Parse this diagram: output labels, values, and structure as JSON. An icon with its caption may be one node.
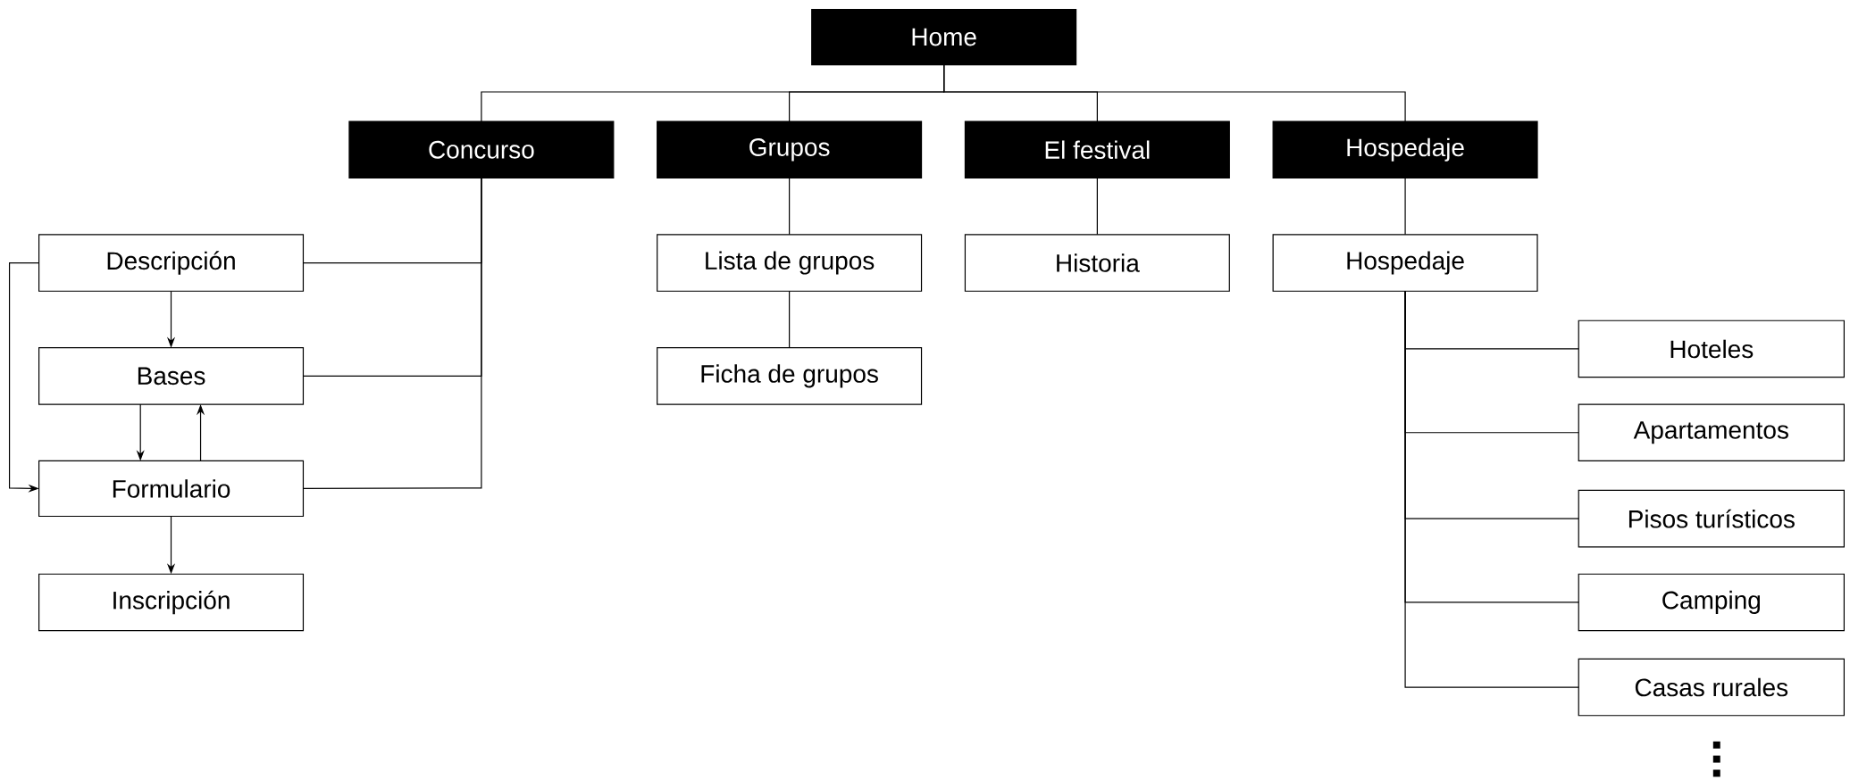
{
  "diagram": {
    "nodes": [
      {
        "text": [
          "Home"
        ]
      },
      {
        "text": [
          "Concurso"
        ]
      },
      {
        "text": [
          "Grupos"
        ]
      },
      {
        "text": [
          "El festival"
        ]
      },
      {
        "text": [
          "Hospedaje"
        ]
      },
      {
        "text": [
          "Descripción"
        ]
      },
      {
        "text": [
          "Bases"
        ]
      },
      {
        "text": [
          "Formulario"
        ]
      },
      {
        "text": [
          "Inscripción"
        ]
      },
      {
        "text": [
          "Lista de grupos"
        ]
      },
      {
        "text": [
          "Ficha de grupos"
        ]
      },
      {
        "text": [
          "Historia"
        ]
      },
      {
        "text": [
          "Hospedaje"
        ]
      },
      {
        "text": [
          "Hoteles"
        ]
      },
      {
        "text": [
          "Apartamentos"
        ]
      },
      {
        "text": [
          "Pisos turísticos"
        ]
      },
      {
        "text": [
          "Camping"
        ]
      },
      {
        "text": [
          "Casas rurales"
        ]
      }
    ],
    "edges": [
      {
        "from": 0,
        "to": 1,
        "arrow": "none"
      },
      {
        "from": 0,
        "to": 2,
        "arrow": "none"
      },
      {
        "from": 0,
        "to": 3,
        "arrow": "none"
      },
      {
        "from": 0,
        "to": 4,
        "arrow": "none"
      },
      {
        "from": 1,
        "to": 5,
        "arrow": "none"
      },
      {
        "from": 1,
        "to": 6,
        "arrow": "none"
      },
      {
        "from": 1,
        "to": 7,
        "arrow": "none"
      },
      {
        "from": 5,
        "to": 6,
        "arrow": "to"
      },
      {
        "from": 6,
        "to": 7,
        "arrow": "to"
      },
      {
        "from": 7,
        "to": 6,
        "arrow": "to"
      },
      {
        "from": 5,
        "to": 7,
        "arrow": "to"
      },
      {
        "from": 7,
        "to": 8,
        "arrow": "to"
      },
      {
        "from": 2,
        "to": 9,
        "arrow": "none"
      },
      {
        "from": 9,
        "to": 10,
        "arrow": "none"
      },
      {
        "from": 3,
        "to": 11,
        "arrow": "none"
      },
      {
        "from": 4,
        "to": 12,
        "arrow": "none"
      },
      {
        "from": 12,
        "to": 13,
        "arrow": "none"
      },
      {
        "from": 12,
        "to": 14,
        "arrow": "none"
      },
      {
        "from": 12,
        "to": 15,
        "arrow": "none"
      },
      {
        "from": 12,
        "to": 16,
        "arrow": "none"
      },
      {
        "from": 12,
        "to": 17,
        "arrow": "none"
      }
    ]
  }
}
